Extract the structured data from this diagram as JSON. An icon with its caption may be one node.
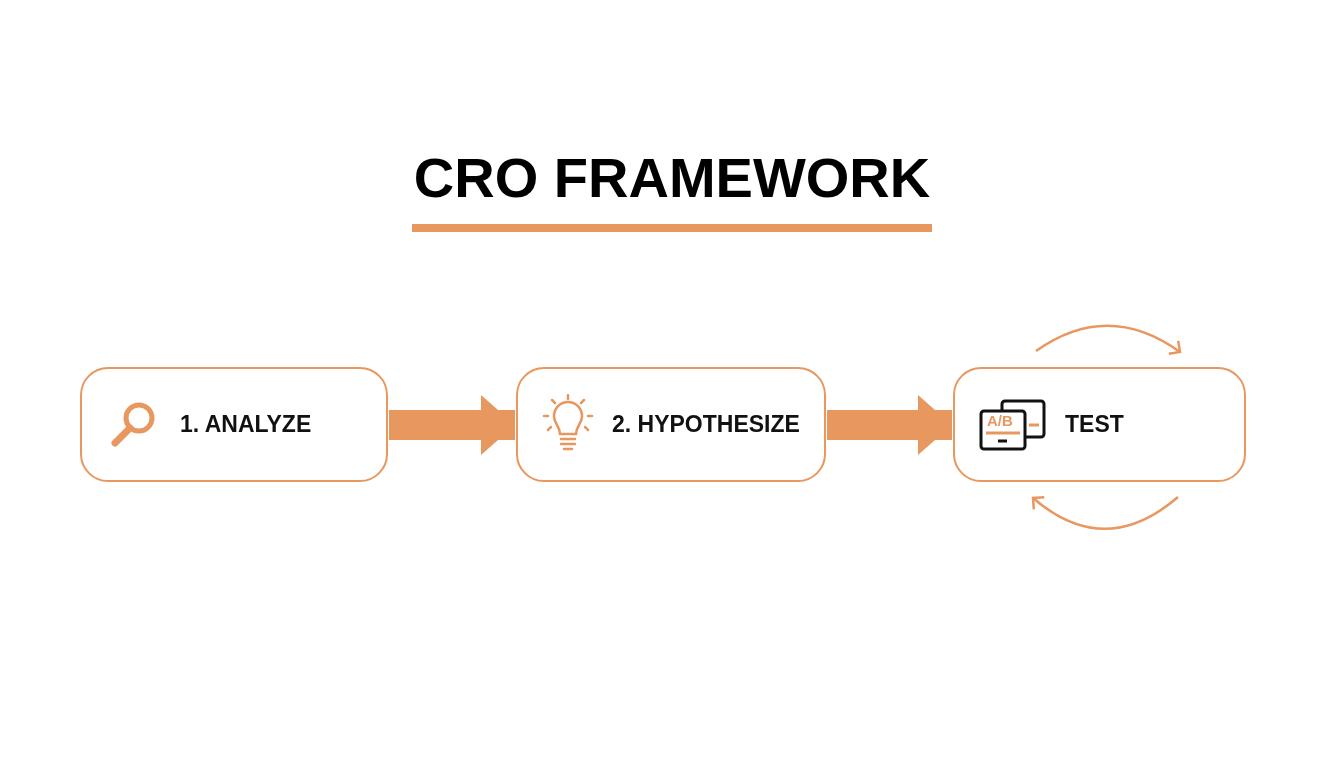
{
  "diagram": {
    "title": "CRO FRAMEWORK",
    "nodes": [
      {
        "text": [
          "1. ANALYZE"
        ]
      },
      {
        "text": [
          "2. HYPOTHESIZE"
        ]
      },
      {
        "text": [
          "TEST"
        ]
      }
    ],
    "edges": [
      {
        "from": 0,
        "to": 1,
        "arrow": "to"
      },
      {
        "from": 1,
        "to": 2,
        "arrow": "to"
      }
    ],
    "labels": [
      "A/B"
    ]
  }
}
